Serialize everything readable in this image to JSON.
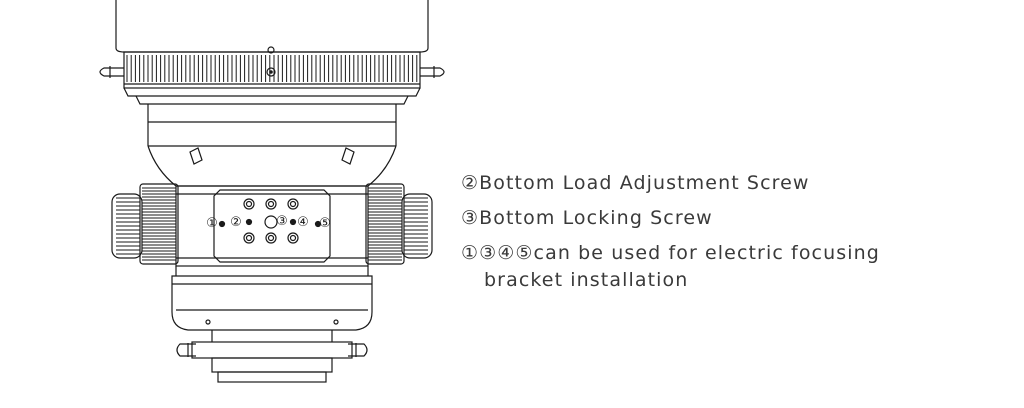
{
  "diagram": {
    "callout_labels": [
      "①",
      "②",
      "③",
      "④",
      "⑤"
    ],
    "legend": [
      {
        "number": "②",
        "text": "Bottom Load Adjustment Screw"
      },
      {
        "number": "③",
        "text": "Bottom Locking Screw"
      },
      {
        "number": "①③④⑤",
        "text": "can be used for electric focusing",
        "text_continued": "bracket installation"
      }
    ]
  },
  "colors": {
    "line": "#1a1a1a",
    "text": "#3a3a3a",
    "background": "#ffffff"
  }
}
